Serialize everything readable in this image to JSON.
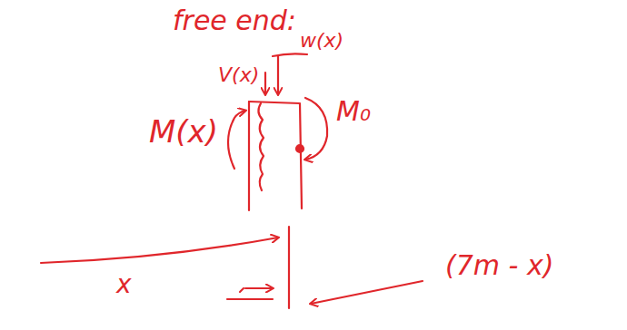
{
  "diagram": {
    "labels": [
      "free end:",
      "w(x)",
      "V(x)",
      "M(x)",
      "M₀",
      "x",
      "(7m - x)"
    ]
  }
}
